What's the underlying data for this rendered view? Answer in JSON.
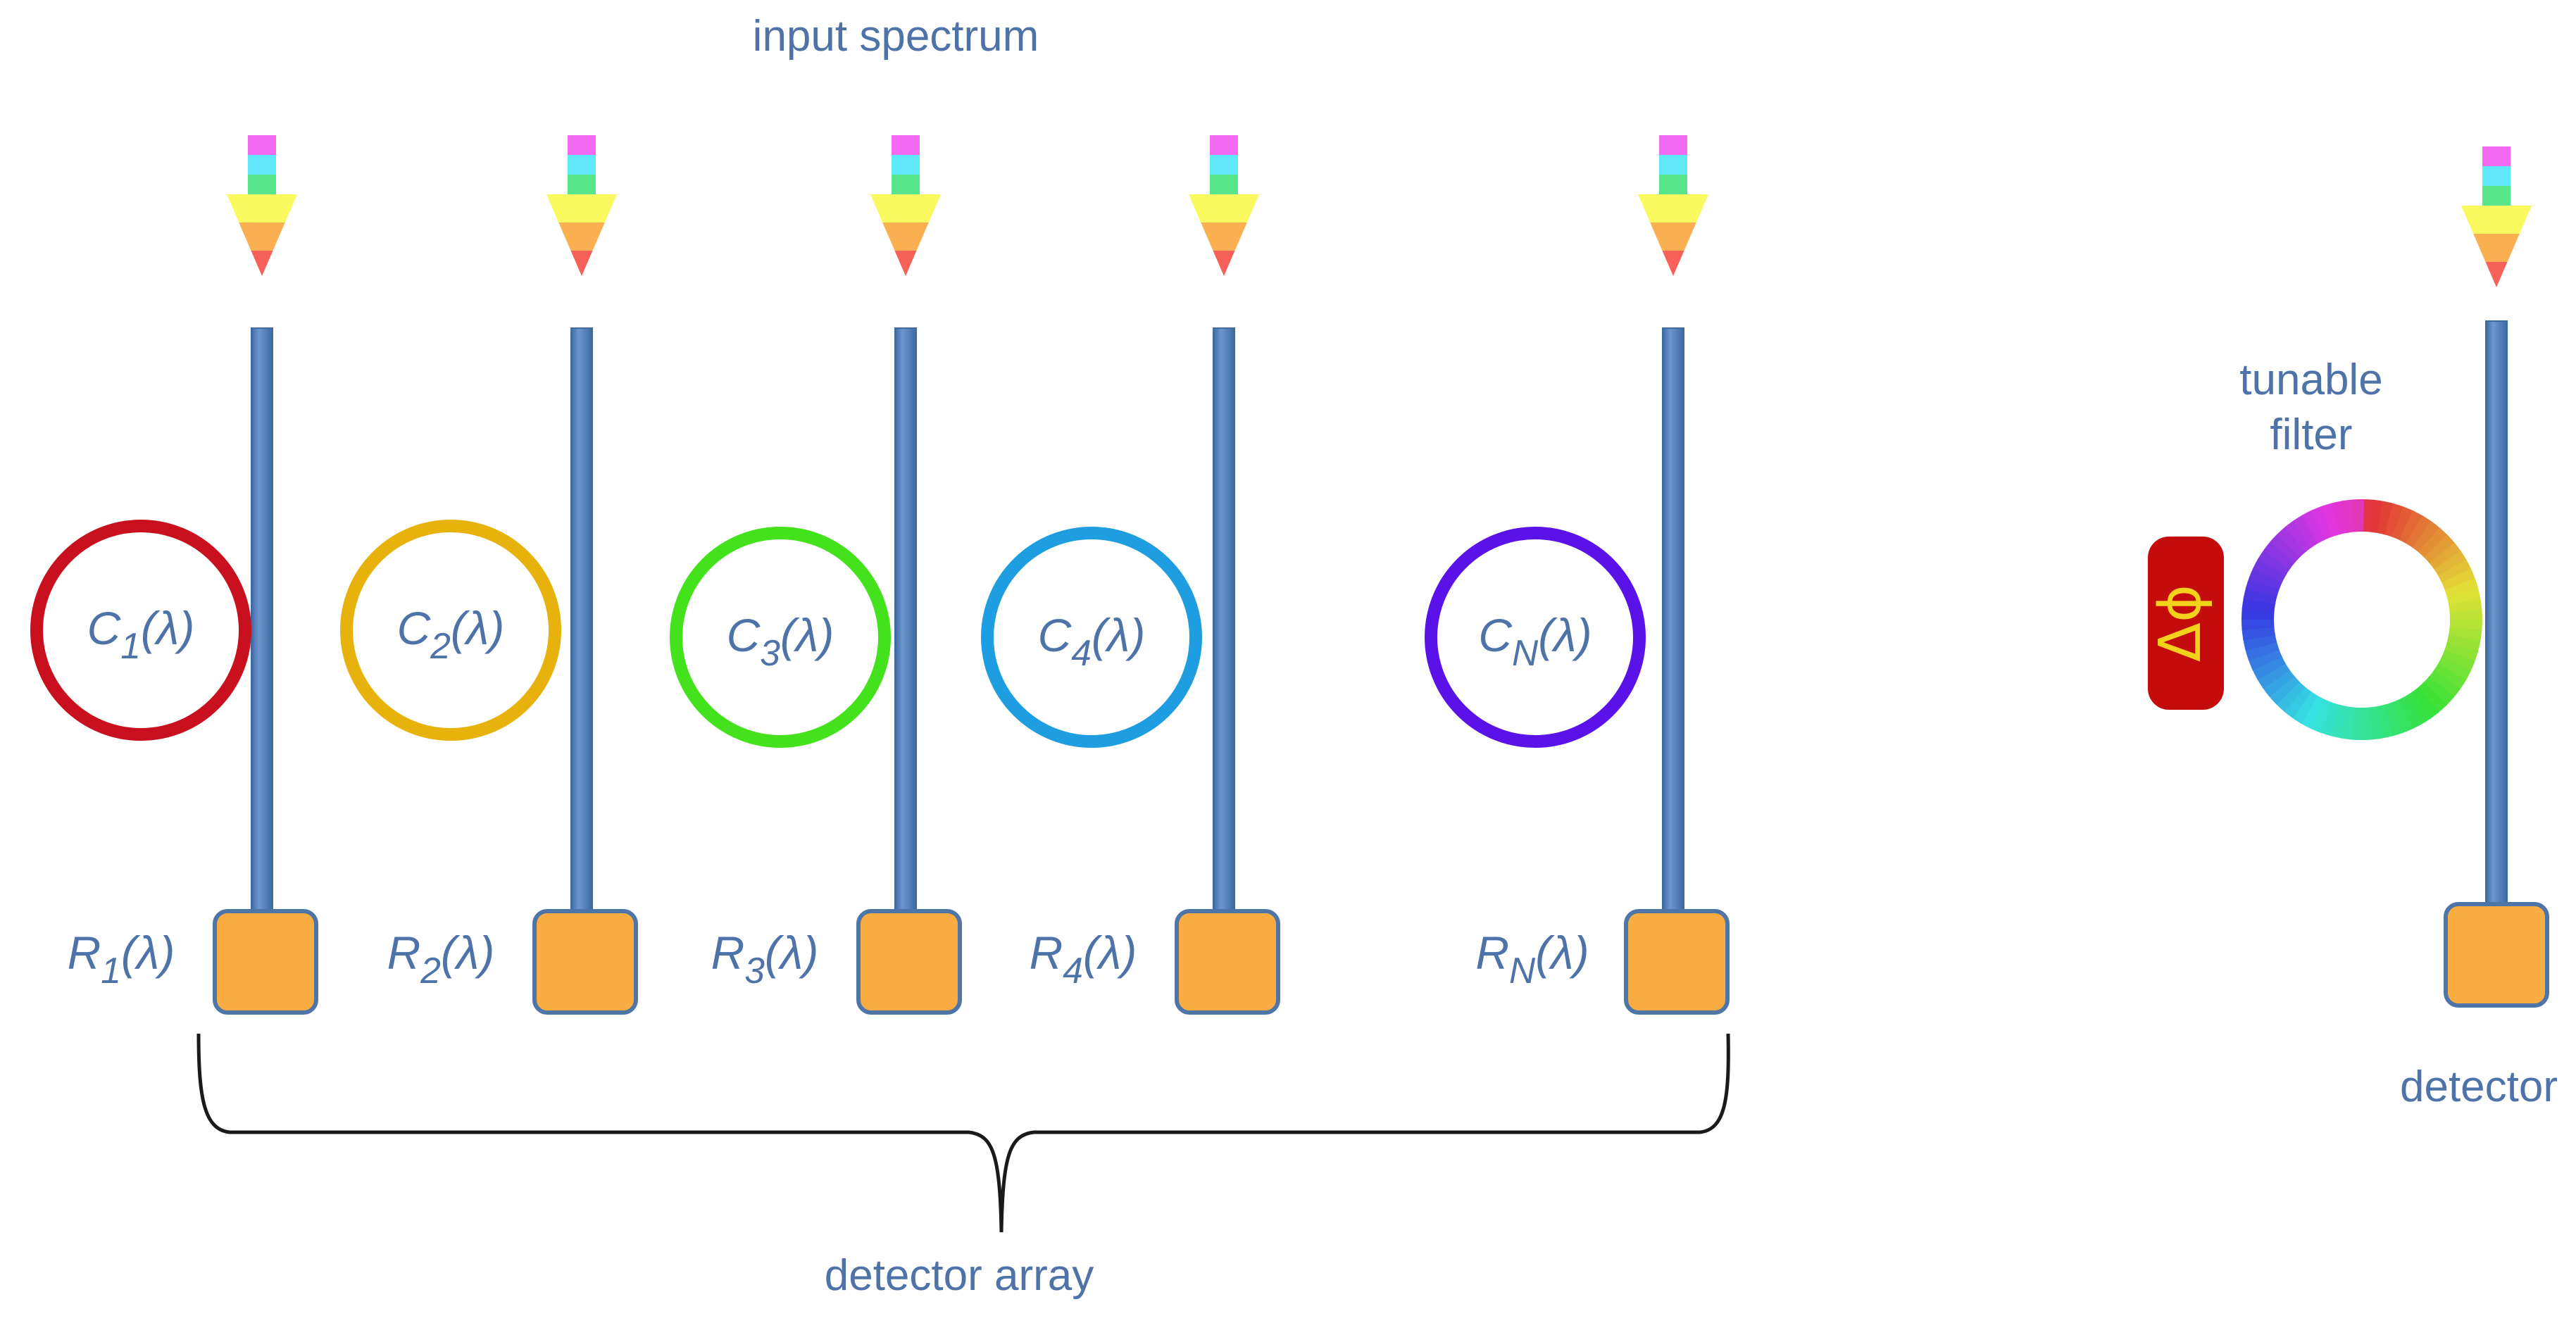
{
  "labels": {
    "input_spectrum": "input spectrum",
    "detector_array": "detector array",
    "tunable_filter_line1": "tunable",
    "tunable_filter_line2": "filter",
    "detector": "detector",
    "phase_symbol": "Δϕ"
  },
  "channels": [
    {
      "ring_symbol": "C",
      "ring_subscript": "1",
      "ring_arg": "(λ)",
      "detector_symbol": "R",
      "detector_subscript": "1",
      "detector_arg": "(λ)",
      "ring_color": "#c8101e"
    },
    {
      "ring_symbol": "C",
      "ring_subscript": "2",
      "ring_arg": "(λ)",
      "detector_symbol": "R",
      "detector_subscript": "2",
      "detector_arg": "(λ)",
      "ring_color": "#e8b20c"
    },
    {
      "ring_symbol": "C",
      "ring_subscript": "3",
      "ring_arg": "(λ)",
      "detector_symbol": "R",
      "detector_subscript": "3",
      "detector_arg": "(λ)",
      "ring_color": "#43e21c"
    },
    {
      "ring_symbol": "C",
      "ring_subscript": "4",
      "ring_arg": "(λ)",
      "detector_symbol": "R",
      "detector_subscript": "4",
      "detector_arg": "(λ)",
      "ring_color": "#1e9ee0"
    },
    {
      "ring_symbol": "C",
      "ring_subscript": "N",
      "ring_arg": "(λ)",
      "detector_symbol": "R",
      "detector_subscript": "N",
      "detector_arg": "(λ)",
      "ring_color": "#5a12e8"
    }
  ],
  "colors": {
    "waveguide": "#5b87c0",
    "waveguide_edge": "#3d6aa5",
    "detector_fill": "#f9ac42",
    "detector_stroke": "#4d75a8",
    "label_text": "#4e73a8",
    "phase_block": "#c40c0c",
    "phase_text": "#f2d21a",
    "arrow_bands": [
      "#f36af2",
      "#60e8f8",
      "#58e48a",
      "#fafa60",
      "#fab050",
      "#f8605a"
    ]
  },
  "icons": {
    "spectrum_arrow": "rainbow-down-arrow-icon",
    "phase_shifter": "phase-shifter-icon",
    "tunable_ring": "rainbow-ring-icon"
  }
}
